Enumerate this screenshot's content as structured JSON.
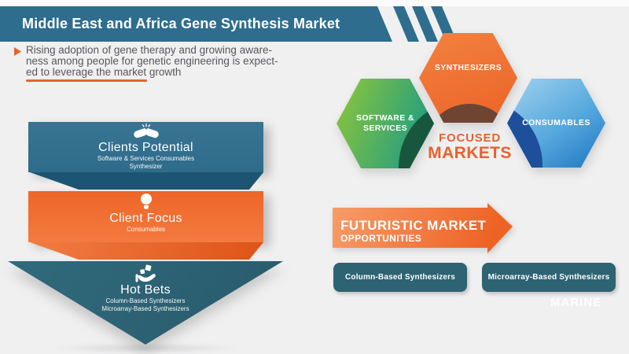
{
  "colors": {
    "bg": "#f0f0f1",
    "teal": "#2e6d8e",
    "teal-dark": "#1c5573",
    "slate": "#2d6373",
    "accent": "#e8622d",
    "accent-soft": "#e2815a",
    "green-dark": "#175740",
    "brown": "#6e4532",
    "blue-dark": "#1e4f9b",
    "text": "#57585a"
  },
  "banner": {
    "title": "Middle East and Africa Gene Synthesis Market"
  },
  "intro": {
    "line1": "Rising adoption of gene therapy and growing aware-",
    "line2": "ness among people for genetic engineering is expect-",
    "line3": "ed to leverage the market growth"
  },
  "funnel": {
    "level1": {
      "icon": "handshake-icon",
      "title": "Clients Potential",
      "sub1": "Software & Services Consumables",
      "sub2": "Synthesizer"
    },
    "level2": {
      "icon": "lightbulb-icon",
      "title": "Client Focus",
      "sub1": "Consumables"
    },
    "level3": {
      "icon": "hand-giving-icon",
      "title": "Hot Bets",
      "sub1": "Column-Based Synthesizers",
      "sub2": "Microarray-Based Synthesizers"
    }
  },
  "hexes": {
    "left": {
      "line1": "SOFTWARE &",
      "line2": "SERVICES"
    },
    "top": {
      "line1": "SYNTHESIZERS"
    },
    "right": {
      "line1": "CONSUMABLES"
    },
    "center": {
      "line1": "FOCUSED",
      "line2": "MARKETS"
    }
  },
  "future": {
    "title": "FUTURISTIC MARKET",
    "subtitle": "OPPORTUNITIES"
  },
  "boxes": {
    "box1": "Column-Based Synthesizers",
    "box2": "Microarray-Based Synthesizers"
  },
  "watermark": "MARINE"
}
